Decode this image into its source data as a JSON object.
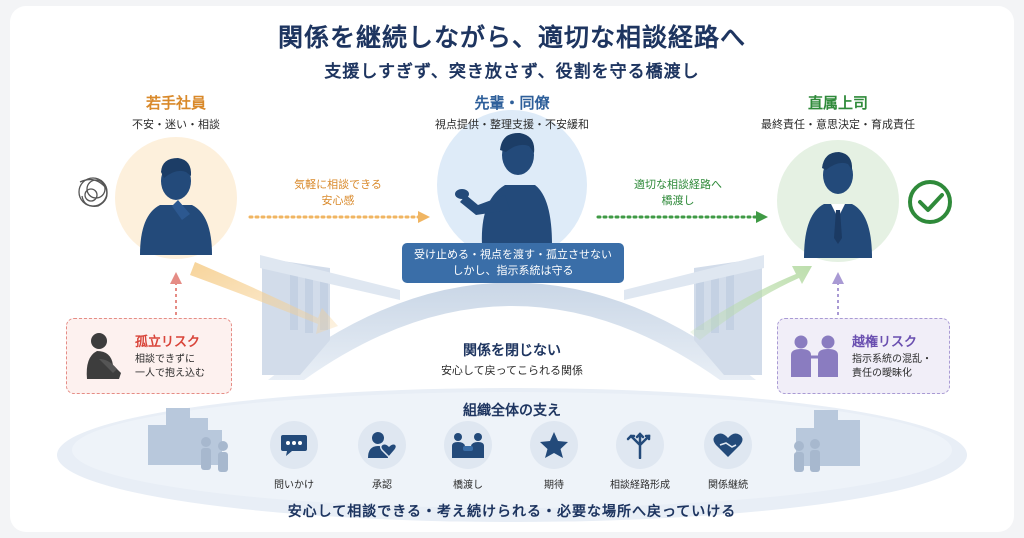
{
  "title": "関係を継続しながら、適切な相談経路へ",
  "subtitle": "支援しすぎず、突き放さず、役割を守る橋渡し",
  "roles": [
    {
      "name": "若手社員",
      "desc": "不安・迷い・相談",
      "color": "#d9892a"
    },
    {
      "name": "先輩・同僚",
      "desc": "視点提供・整理支援・不安緩和",
      "color": "#2e5f9a"
    },
    {
      "name": "直属上司",
      "desc": "最終責任・意思決定・育成責任",
      "color": "#2f8a3a"
    }
  ],
  "flows": {
    "left": {
      "line1": "気軽に相談できる",
      "line2": "安心感",
      "color": "#d9892a"
    },
    "right": {
      "line1": "適切な相談経路へ",
      "line2": "橋渡し",
      "color": "#2f8a3a"
    }
  },
  "callout": {
    "line1": "受け止める・視点を渡す・孤立させない",
    "line2": "しかし、指示系統は守る"
  },
  "bridge": {
    "title": "関係を閉じない",
    "desc": "安心して戻ってこられる関係"
  },
  "risks": {
    "left": {
      "title": "孤立リスク",
      "line1": "相談できずに",
      "line2": "一人で抱え込む",
      "color": "#d9453a"
    },
    "right": {
      "title": "越権リスク",
      "line1": "指示系統の混乱・",
      "line2": "責任の曖昧化",
      "color": "#6a4fb0"
    }
  },
  "org": {
    "title": "組織全体の支え",
    "items": [
      {
        "label": "問いかけ",
        "icon": "speech-bubble-icon"
      },
      {
        "label": "承認",
        "icon": "person-heart-icon"
      },
      {
        "label": "橋渡し",
        "icon": "handshake-icon"
      },
      {
        "label": "期待",
        "icon": "star-icon"
      },
      {
        "label": "相談経路形成",
        "icon": "branching-arrows-icon"
      },
      {
        "label": "関係継続",
        "icon": "heart-hands-icon"
      }
    ]
  },
  "bottom_message": "安心して相談できる・考え続けられる・必要な場所へ戻っていける",
  "colors": {
    "navy": "#1e3560",
    "icon": "#234a7a"
  }
}
